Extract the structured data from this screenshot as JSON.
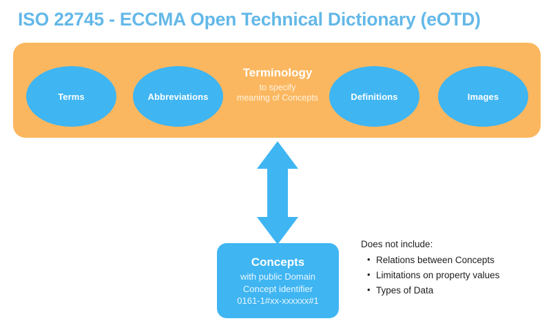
{
  "page": {
    "title": "ISO 22745 - ECCMA Open Technical Dictionary (eOTD)"
  },
  "colors": {
    "title_blue": "#63b8e8",
    "panel_orange": "#fbb75f",
    "node_blue": "#3fb5f2",
    "text_dark": "#1d1d1f",
    "text_white": "#ffffff"
  },
  "terminology": {
    "heading": "Terminology",
    "subtitle_line1": "to specify",
    "subtitle_line2": "meaning of Concepts",
    "nodes": [
      {
        "label": "Terms"
      },
      {
        "label": "Abbreviations"
      },
      {
        "label": "Definitions"
      },
      {
        "label": "Images"
      }
    ]
  },
  "arrow": {
    "icon": "double-headed-vertical-arrow-icon",
    "direction": "bidirectional-vertical"
  },
  "concepts": {
    "title": "Concepts",
    "line1": "with public Domain",
    "line2": "Concept identifier",
    "line3": "0161-1#xx-xxxxxx#1"
  },
  "exclusions": {
    "heading": "Does not include:",
    "items": [
      "Relations between Concepts",
      "Limitations on property values",
      "Types of Data"
    ]
  }
}
